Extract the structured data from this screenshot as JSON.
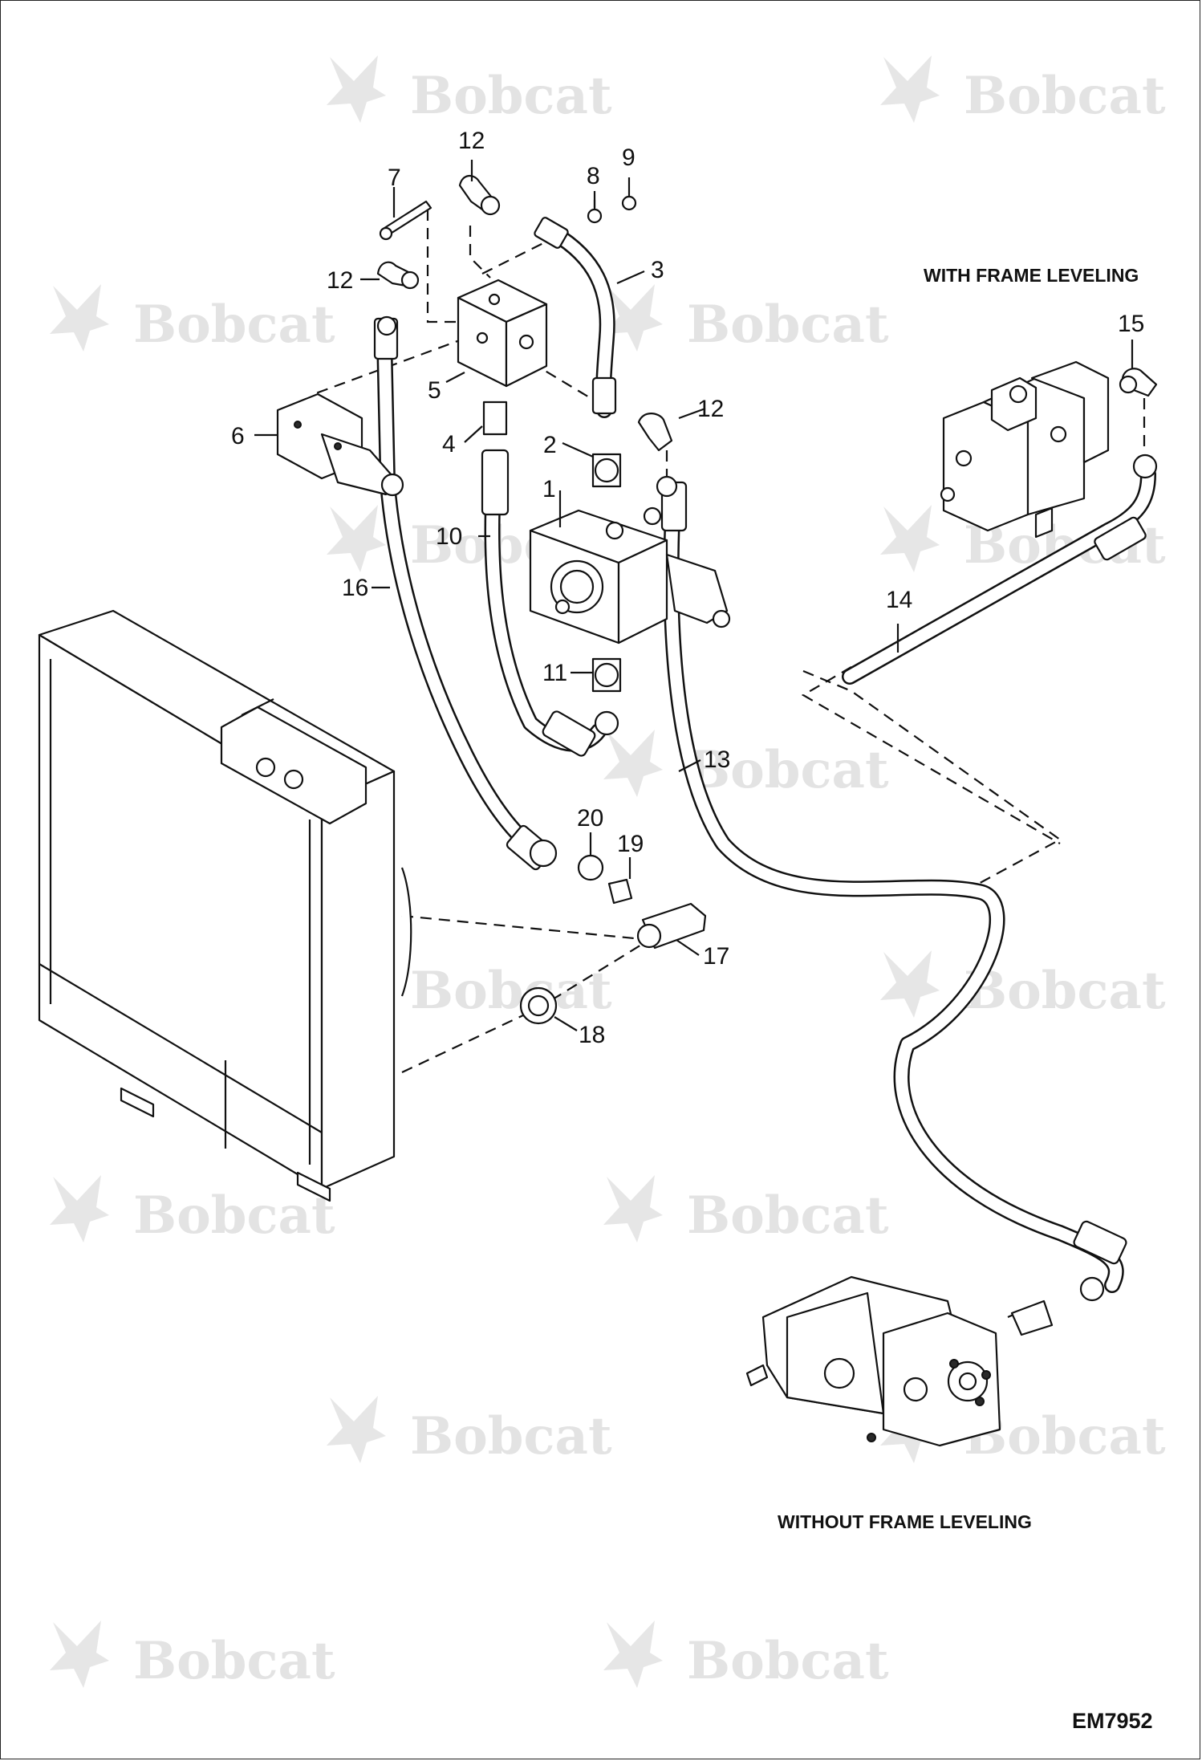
{
  "watermark": {
    "brand_text": "Bobcat"
  },
  "notes": {
    "with_frame_leveling": "WITH FRAME LEVELING",
    "without_frame_leveling": "WITHOUT FRAME LEVELING"
  },
  "figure_id": "EM7952",
  "callouts": {
    "c1": "1",
    "c2": "2",
    "c3": "3",
    "c4": "4",
    "c5": "5",
    "c6": "6",
    "c7": "7",
    "c8": "8",
    "c9": "9",
    "c10": "10",
    "c11": "11",
    "c12a": "12",
    "c12b": "12",
    "c12c": "12",
    "c13": "13",
    "c14": "14",
    "c15": "15",
    "c16": "16",
    "c17": "17",
    "c18": "18",
    "c19": "19",
    "c20": "20"
  }
}
